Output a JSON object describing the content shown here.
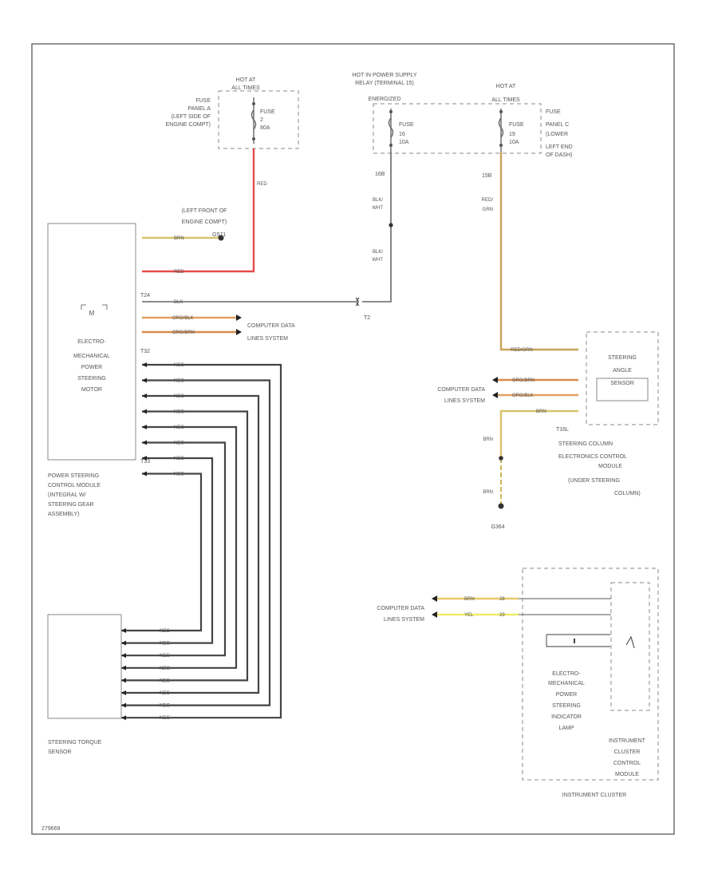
{
  "fuse_left": {
    "hot_label": [
      "HOT AT",
      "ALL TIMES"
    ],
    "panel_label": [
      "FUSE",
      "PANEL A",
      "(LEFT SIDE OF",
      "ENGINE COMPT)"
    ],
    "fuse_label": [
      "FUSE",
      "2",
      "80A"
    ]
  },
  "fuse_right": {
    "hot_power_label": [
      "HOT IN POWER SUPPLY",
      "RELAY (TERMINAL 15)",
      "ENERGIZED"
    ],
    "hot_label": [
      "HOT AT",
      "ALL TIMES"
    ],
    "fuse_16_label": [
      "FUSE",
      "16",
      "10A"
    ],
    "fuse_19_label": [
      "FUSE",
      "19",
      "10A"
    ],
    "panel_label": [
      "FUSE",
      "PANEL C",
      "(LOWER",
      "LEFT END",
      "OF DASH)"
    ],
    "pin_16b": "16B",
    "pin_15b": "15B"
  },
  "ground_left_label": [
    "(LEFT FRONT OF",
    "ENGINE COMPT)"
  ],
  "ground_left_id": "G571",
  "connector_labels": {
    "t24": "T24",
    "t32": "T32",
    "t2": "T2",
    "t33": "T33",
    "t16l": "T16L"
  },
  "wires": {
    "red_main": "RED",
    "brn": "BRN",
    "red": "RED",
    "blk": "BLK",
    "blk_wht_1": [
      "BLK/",
      "WHT"
    ],
    "blk_wht_2": [
      "BLK/",
      "WHT"
    ],
    "org_blk": "ORG/BLK",
    "org_brn": "ORG/BRN",
    "red_brn_label": [
      "RED/",
      "GRN"
    ],
    "steering_in": "RED/GRN",
    "steering_org_brn": "ORG/BRN",
    "steering_org_blk": "ORG/BLK",
    "steering_brn": "BRN",
    "brn_down1": "BRN",
    "brn_down2": "BRN",
    "bus_brn": "BRN",
    "bus_yel": "YEL",
    "neg": "NEG"
  },
  "data_lines_label": [
    "COMPUTER DATA",
    "LINES SYSTEM"
  ],
  "power_steering_module": {
    "internal_label": [
      "ELECTRO-",
      "MECHANICAL",
      "POWER",
      "STEERING",
      "MOTOR"
    ],
    "label": [
      "POWER STEERING",
      "CONTROL MODULE",
      "(INTEGRAL W/",
      "STEERING GEAR",
      "ASSEMBLY)"
    ],
    "motor_icon": "M"
  },
  "torque_sensor": {
    "label": [
      "STEERING TORQUE",
      "SENSOR"
    ]
  },
  "steering_angle_sensor": {
    "internal_label": [
      "STEERING",
      "ANGLE",
      "SENSOR"
    ],
    "label": [
      "STEERING COLUMN",
      "ELECTRONICS CONTROL",
      "MODULE",
      "(UNDER STEERING",
      "COLUMN)"
    ]
  },
  "ground_right_id": "G364",
  "instrument_cluster": {
    "lamp_label": [
      "ELECTRO-",
      "MECHANICAL",
      "POWER",
      "STEERING",
      "INDICATOR",
      "LAMP"
    ],
    "control_label": [
      "INSTRUMENT",
      "CLUSTER",
      "CONTROL",
      "MODULE"
    ],
    "outer_label": "INSTRUMENT CLUSTER",
    "pin_28": "28",
    "pin_29": "29"
  },
  "footer_code": "279669"
}
